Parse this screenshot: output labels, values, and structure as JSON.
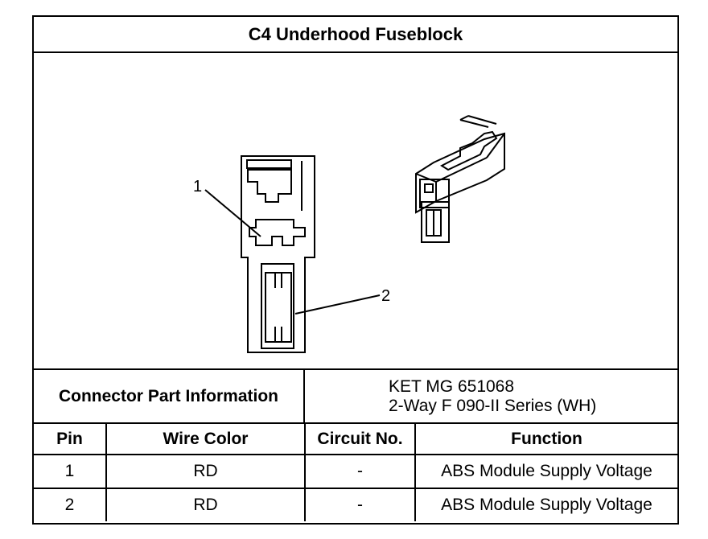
{
  "title": "C4 Underhood Fuseblock",
  "callouts": [
    "1",
    "2"
  ],
  "connector_info": {
    "label": "Connector Part Information",
    "lines": [
      "KET MG 651068",
      "2-Way F 090-II Series (WH)"
    ]
  },
  "pin_table": {
    "headers": [
      "Pin",
      "Wire Color",
      "Circuit No.",
      "Function"
    ],
    "rows": [
      [
        "1",
        "RD",
        "-",
        "ABS Module Supply Voltage"
      ],
      [
        "2",
        "RD",
        "-",
        "ABS Module Supply Voltage"
      ]
    ]
  }
}
